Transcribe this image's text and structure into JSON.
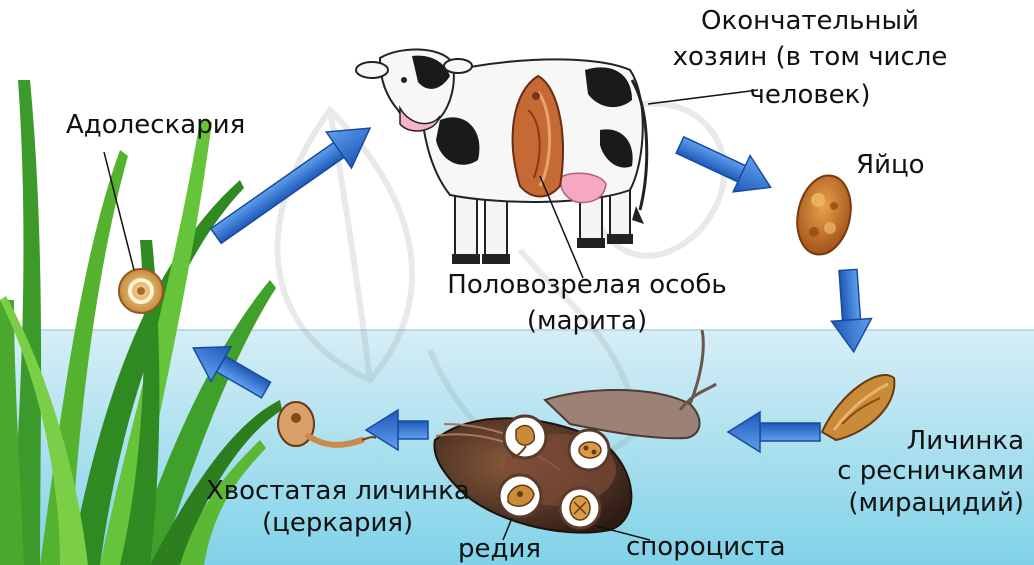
{
  "labels": {
    "adolescaria": "Адолескария",
    "definitive_host_line1": "Окончательный",
    "definitive_host_line2": "хозяин (в том числе",
    "definitive_host_line3": "человек)",
    "egg": "Яйцо",
    "marita_line1": "Половозрелая особь",
    "marita_line2": "(марита)",
    "miracidium_line1": "Личинка",
    "miracidium_line2": "с ресничками",
    "miracidium_line3": "(мирацидий)",
    "cercaria_line1": "Хвостатая личинка",
    "cercaria_line2": "(церкария)",
    "redia": "редия",
    "sporocyst": "спороциста"
  },
  "colors": {
    "water_top": "#cfeaf3",
    "water_bottom": "#7fd0e6",
    "arrow": "#2f6fd0",
    "grass": "#3f9a2a",
    "egg": "#b8651e",
    "snail_shell": "#5a3a2a",
    "snail_body": "#9b7e72",
    "fluke": "#b25a2a"
  }
}
